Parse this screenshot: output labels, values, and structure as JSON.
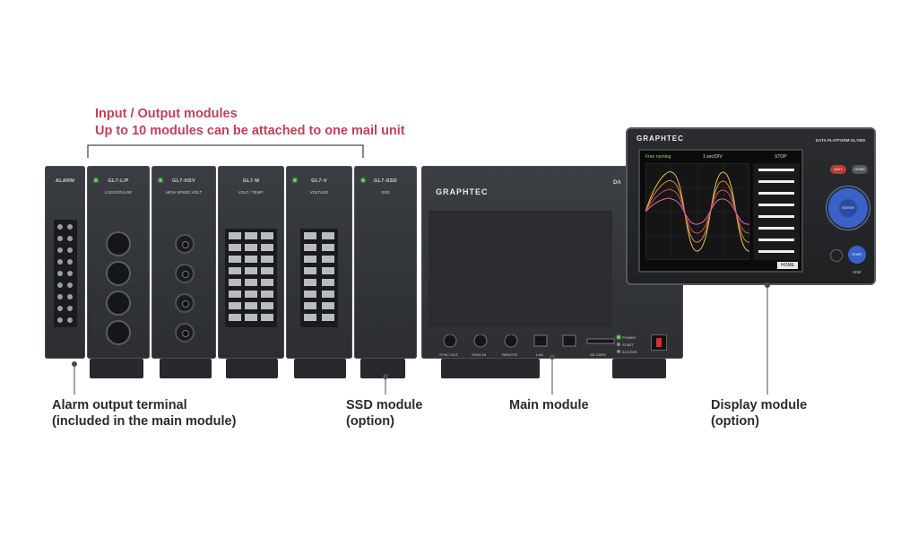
{
  "heading": {
    "line1": "Input / Output modules",
    "line2": "Up to 10 modules can be attached to one mail unit"
  },
  "callouts": {
    "alarm": {
      "line1": "Alarm output terminal",
      "line2": "(included in the main module)"
    },
    "ssd": {
      "line1": "SSD module",
      "line2": "(option)"
    },
    "main": {
      "line1": "Main module"
    },
    "display": {
      "line1": "Display module",
      "line2": "(option)"
    }
  },
  "modules": [
    {
      "name": "ALARM",
      "sub": ""
    },
    {
      "name": "GL7-L/P",
      "sub": "LOGIC/PULSE"
    },
    {
      "name": "GL7-HSV",
      "sub": "HIGH SPEED VOLT"
    },
    {
      "name": "GL7-M",
      "sub": "VOLT / TEMP."
    },
    {
      "name": "GL7-V",
      "sub": "VOLTAGE"
    },
    {
      "name": "GL7-SSD",
      "sub": "SSD"
    }
  ],
  "main_unit": {
    "brand": "GRAPHTEC",
    "edge_label": "DA",
    "ports": [
      "SYNC OUT",
      "SYNC IN",
      "REMOTE",
      "LAN",
      "",
      "SD CARD"
    ],
    "leds": [
      "POWER",
      "START",
      "ACCESS"
    ]
  },
  "display_unit": {
    "brand": "GRAPHTEC",
    "model": "DATA PLATFORM GL7000",
    "status": "Free running",
    "rate": "1 sec/DIV",
    "stop": "STOP",
    "buttons": [
      "QUIT",
      "HOME",
      "ENTER",
      "START STOP"
    ],
    "home_button": "HOME"
  },
  "colors": {
    "heading": "#c0415a",
    "callout": "#2b2b2b",
    "chassis": "#34373b",
    "led": "#67d36a"
  }
}
